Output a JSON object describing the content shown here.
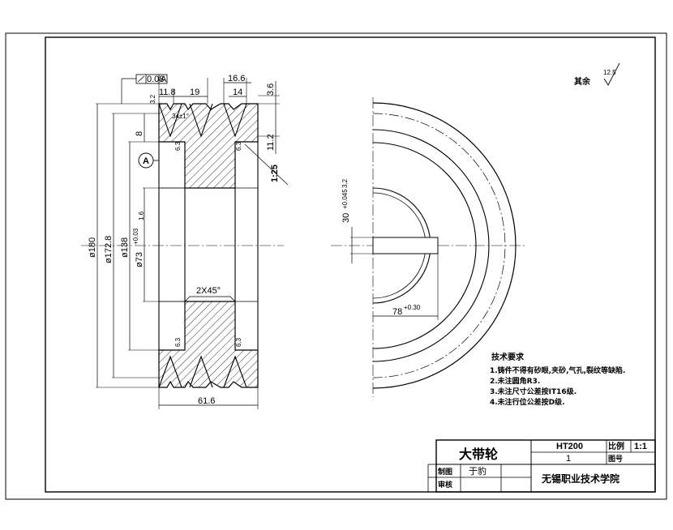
{
  "drawing": {
    "title": "大带轮",
    "material": "HT200",
    "scale_label": "比例",
    "scale_value": "1:1",
    "quantity": "1",
    "drawing_no_label": "图号",
    "drawn_by_label": "制图",
    "drawn_by_name": "于豹",
    "checked_by_label": "审核",
    "school": "无锡职业技术学院",
    "rest_finish": "其余",
    "rest_finish_value": "12.5"
  },
  "requirements": {
    "heading": "技术要求",
    "items": [
      "1.铸件不得有砂眼,夹砂,气孔,裂纹等缺陷.",
      "2.未注圆角R3.",
      "3.未注尺寸公差按IT16级.",
      "4.未注行位公差按D级."
    ]
  },
  "dimensions": {
    "runout": "0.08",
    "datum": "A",
    "d_11_8": "11.8",
    "d_19": "19",
    "d_16_6": "16.6",
    "d_14": "14",
    "d_3_6": "3.6",
    "d_11_2": "11.2",
    "d_8": "8",
    "taper": "1:25",
    "groove_angle": "34±1°",
    "dia_180": "ø180",
    "dia_172_8": "ø172.8",
    "dia_138": "ø138",
    "dia_73": "ø73",
    "dia_73_tol": "+0.03",
    "chamfer": "2X45°",
    "width_61_6": "61.6",
    "key_width": "30",
    "key_width_tol": "+0.045",
    "key_depth": "78",
    "key_depth_tol": "+0.30",
    "finish_3_2": "3.2",
    "finish_6_3": "6.3",
    "finish_1_6": "1.6"
  }
}
